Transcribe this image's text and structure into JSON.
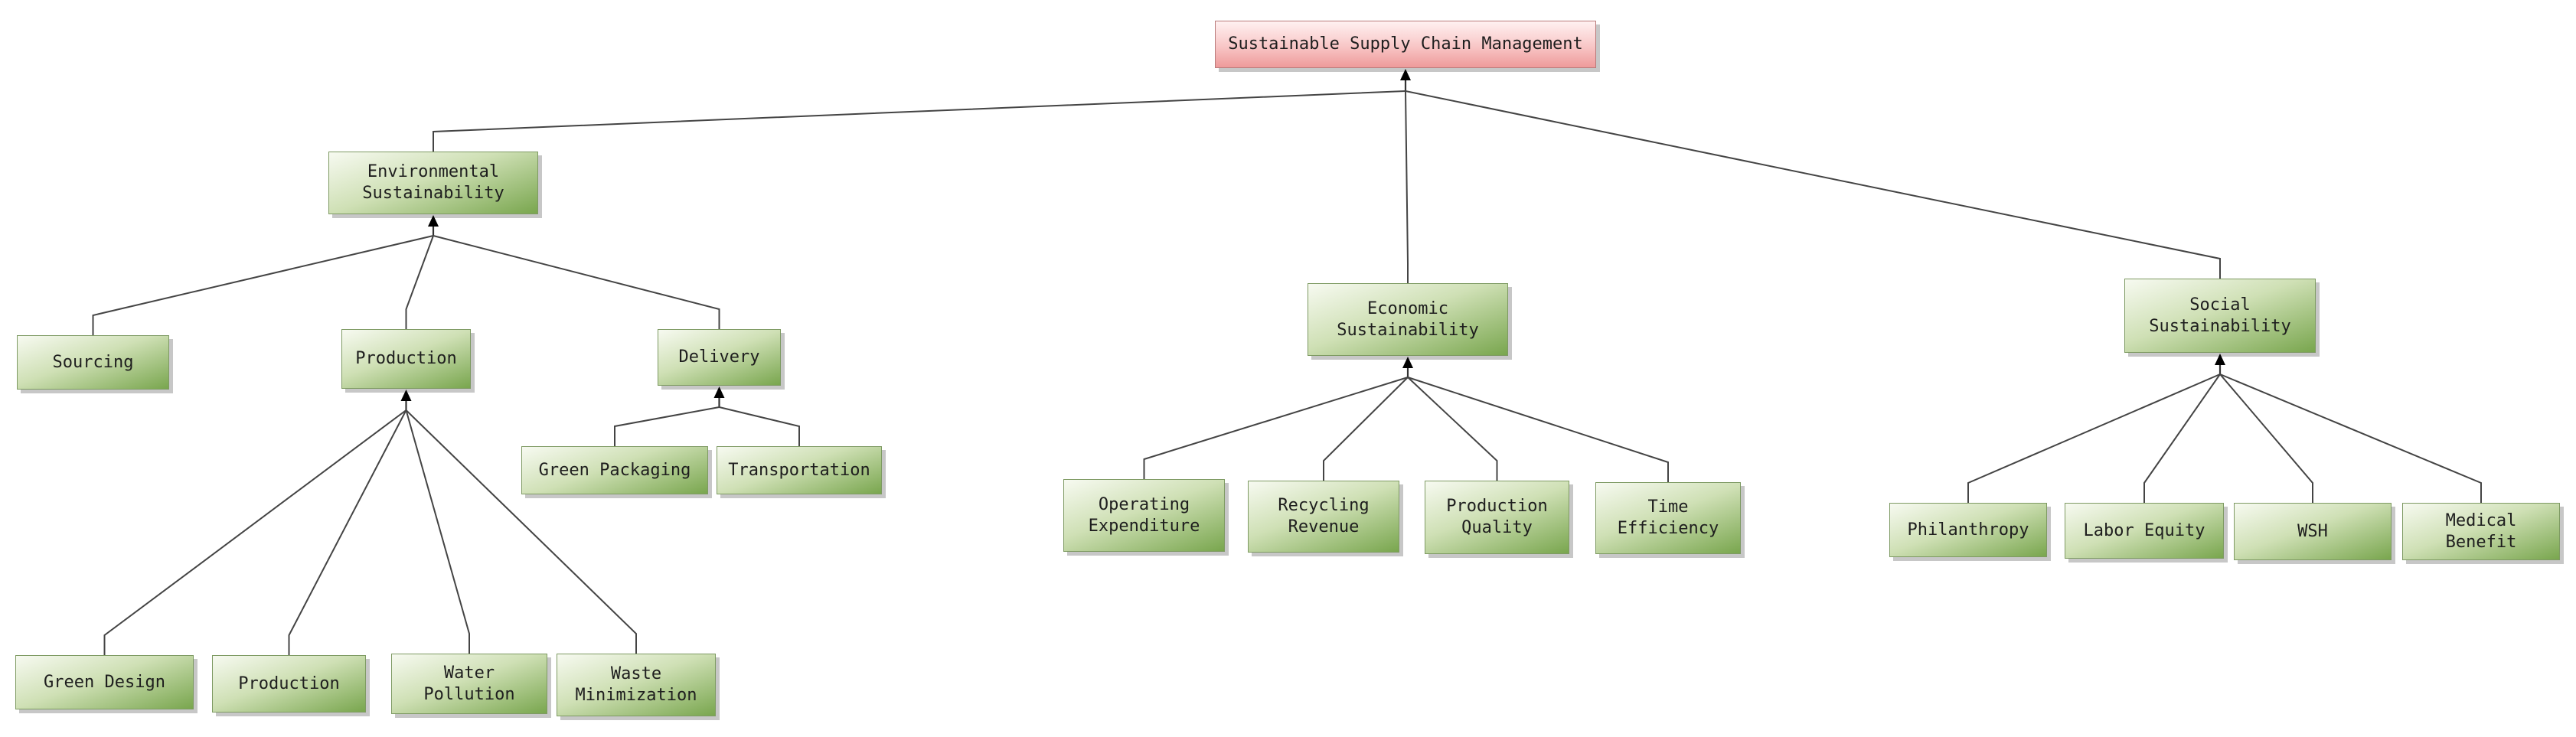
{
  "diagram": {
    "root": {
      "id": "root",
      "label": "Sustainable Supply Chain Management"
    },
    "nodes": [
      {
        "id": "env",
        "parent": "root",
        "label": "Environmental\nSustainability"
      },
      {
        "id": "eco",
        "parent": "root",
        "label": "Economic\nSustainability"
      },
      {
        "id": "soc",
        "parent": "root",
        "label": "Social\nSustainability"
      },
      {
        "id": "sourcing",
        "parent": "env",
        "label": "Sourcing"
      },
      {
        "id": "production",
        "parent": "env",
        "label": "Production"
      },
      {
        "id": "delivery",
        "parent": "env",
        "label": "Delivery"
      },
      {
        "id": "green-packaging",
        "parent": "delivery",
        "label": "Green Packaging"
      },
      {
        "id": "transportation",
        "parent": "delivery",
        "label": "Transportation"
      },
      {
        "id": "green-design",
        "parent": "production",
        "label": "Green Design"
      },
      {
        "id": "production-sub",
        "parent": "production",
        "label": "Production"
      },
      {
        "id": "water-pollution",
        "parent": "production",
        "label": "Water\nPollution"
      },
      {
        "id": "waste-minimization",
        "parent": "production",
        "label": "Waste\nMinimization"
      },
      {
        "id": "operating-expenditure",
        "parent": "eco",
        "label": "Operating\nExpenditure"
      },
      {
        "id": "recycling-revenue",
        "parent": "eco",
        "label": "Recycling\nRevenue"
      },
      {
        "id": "production-quality",
        "parent": "eco",
        "label": "Production\nQuality"
      },
      {
        "id": "time-efficiency",
        "parent": "eco",
        "label": "Time\nEfficiency"
      },
      {
        "id": "philanthropy",
        "parent": "soc",
        "label": "Philanthropy"
      },
      {
        "id": "labor-equity",
        "parent": "soc",
        "label": "Labor Equity"
      },
      {
        "id": "wsh",
        "parent": "soc",
        "label": "WSH"
      },
      {
        "id": "medical-benefit",
        "parent": "soc",
        "label": "Medical\nBenefit"
      }
    ]
  }
}
